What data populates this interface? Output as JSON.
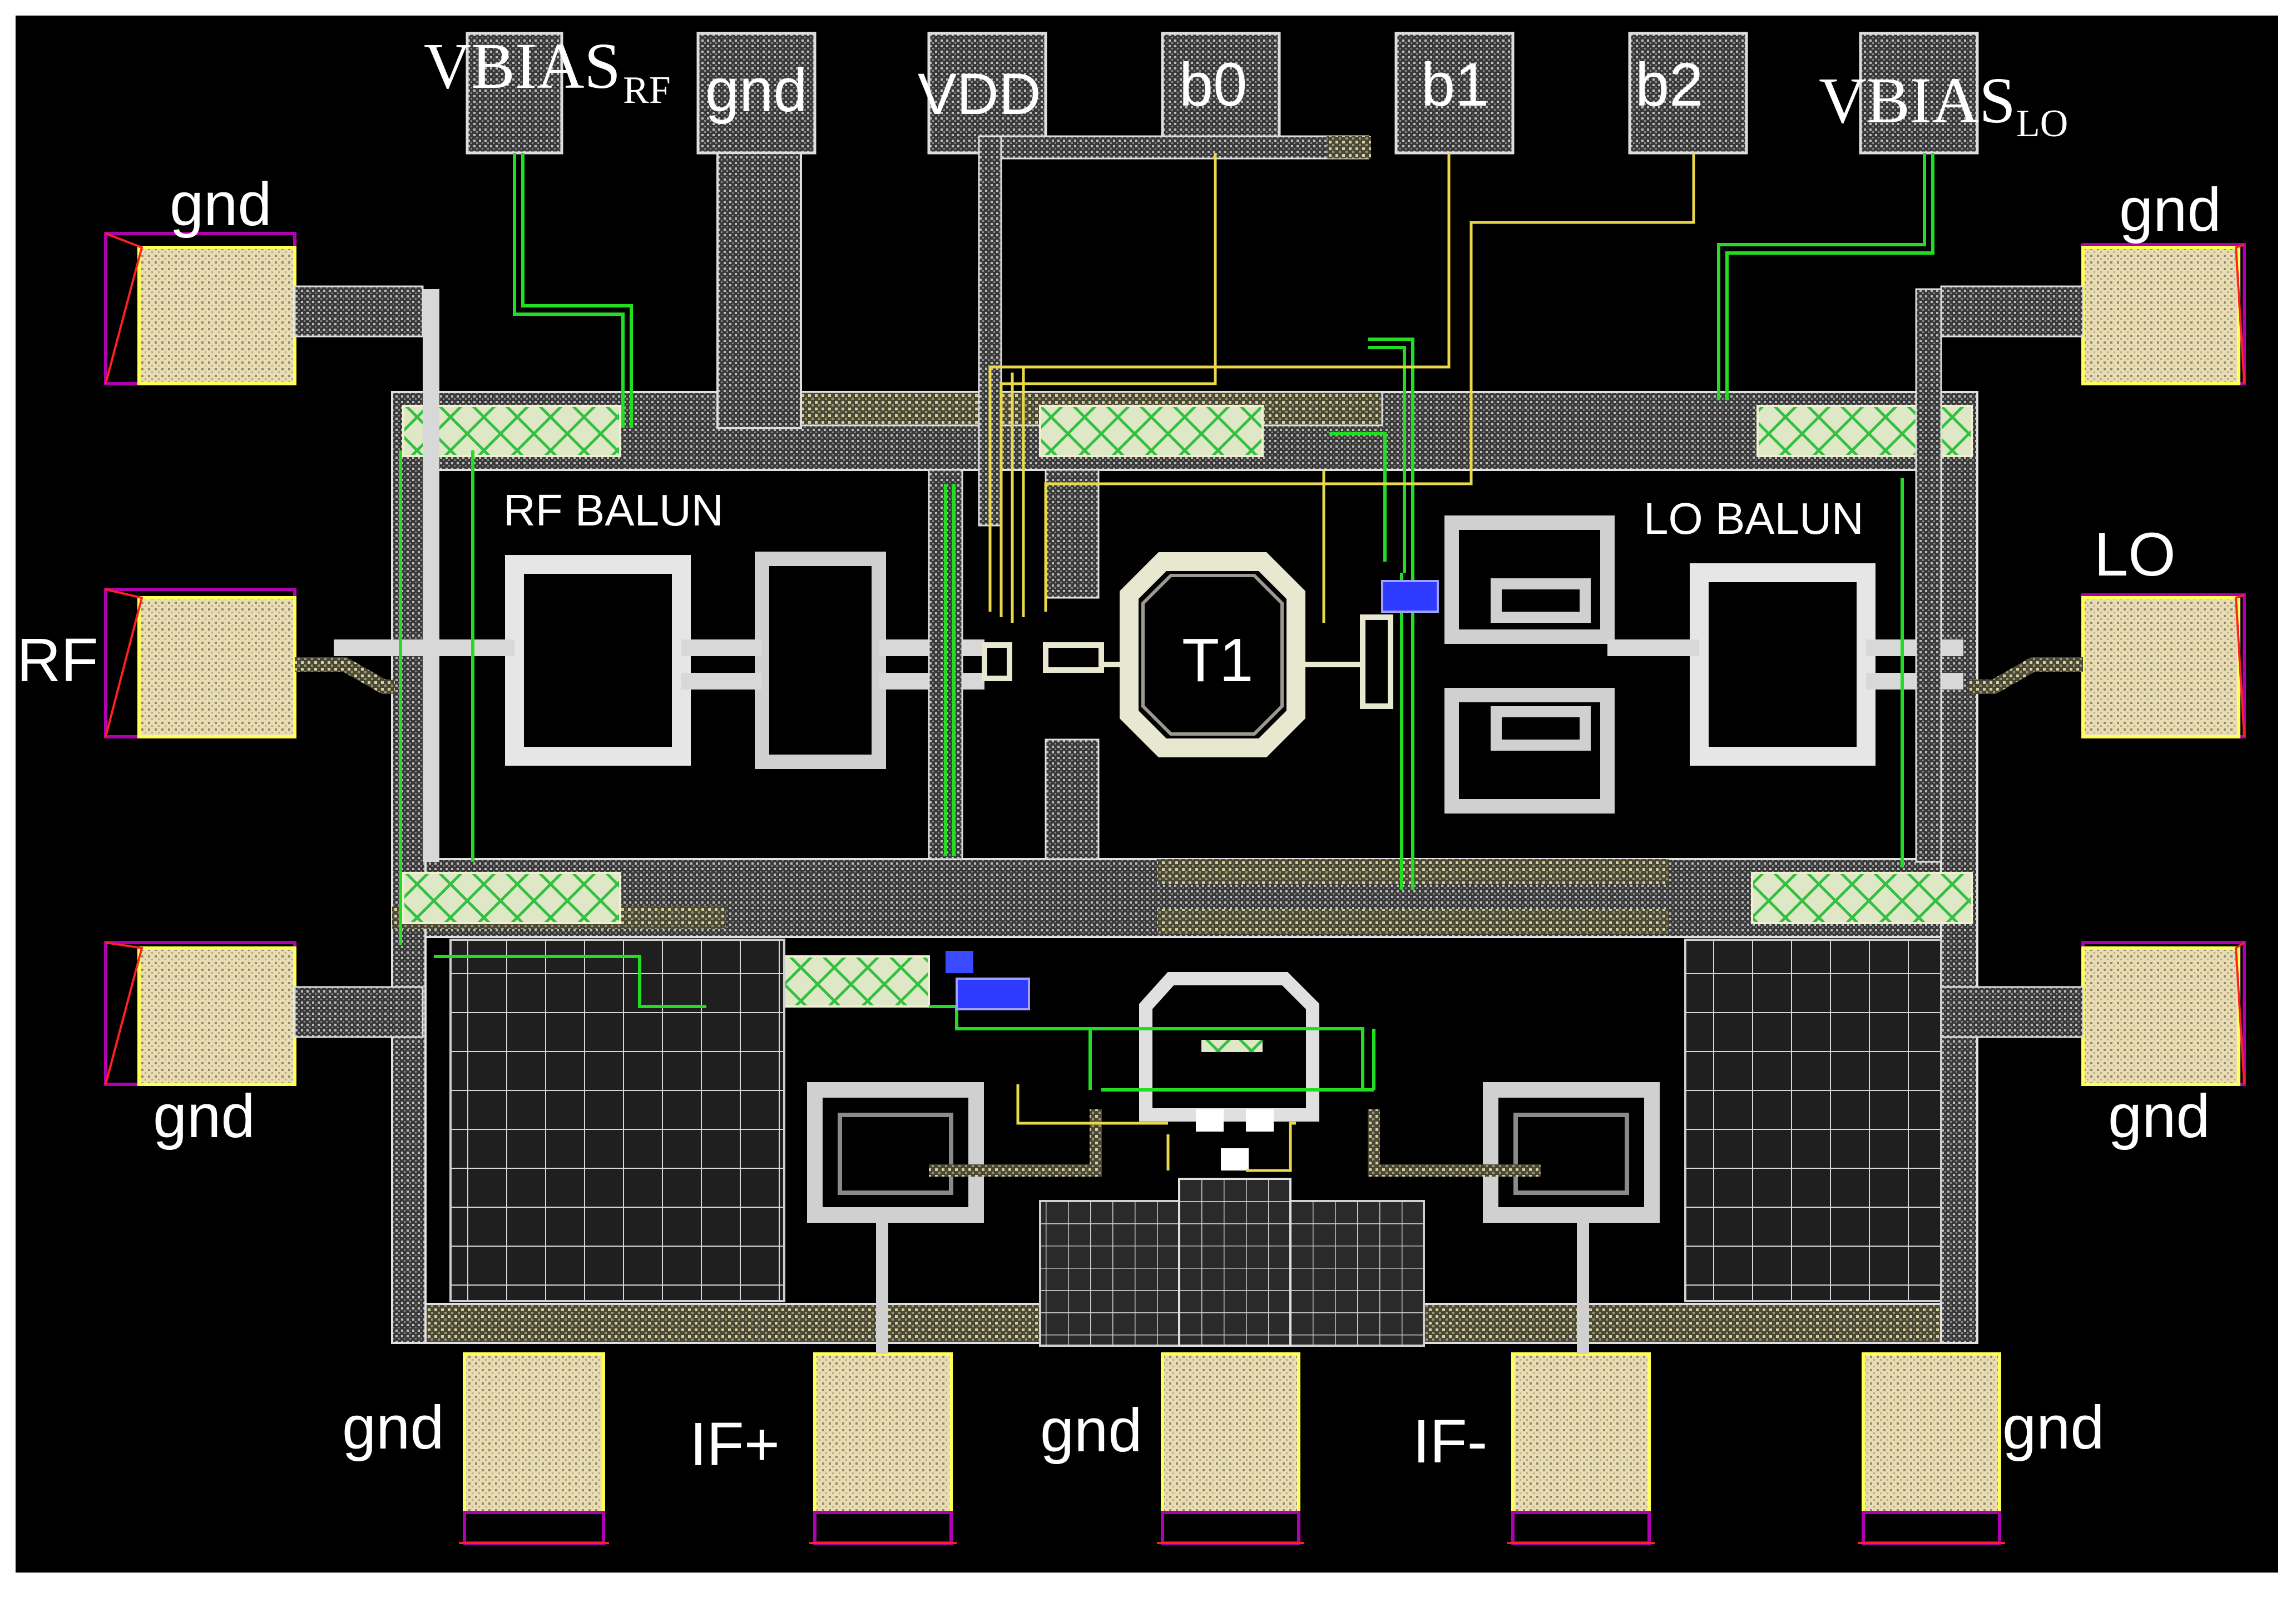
{
  "labels": {
    "vbias_rf_main": "VBIAS",
    "vbias_rf_sub": "RF",
    "gnd_top": "gnd",
    "vdd": "VDD",
    "b0": "b0",
    "b1": "b1",
    "b2": "b2",
    "vbias_lo_main": "VBIAS",
    "vbias_lo_sub": "LO",
    "gnd_left_top": "gnd",
    "gnd_right_top": "gnd",
    "rf": "RF",
    "lo": "LO",
    "gnd_left_bottom": "gnd",
    "gnd_right_bottom": "gnd",
    "rf_balun": "RF BALUN",
    "lo_balun": "LO BALUN",
    "t1": "T1",
    "gnd_bottom_1": "gnd",
    "if_plus": "IF+",
    "gnd_bottom_2": "gnd",
    "if_minus": "IF-",
    "gnd_bottom_3": "gnd"
  },
  "colors": {
    "background": "#000000",
    "frame": "#ffffff",
    "metal_outline": "#d9d9d9",
    "pad_fill": "#e8dcb0",
    "pad_edge": "#ffff66",
    "pad_marker": "#b000b0",
    "pad_text": "#ff2020",
    "green_route": "#22dd22",
    "yellow_route": "#e8d84a",
    "cap_stripe": "#a9e0b0",
    "via_block": "#3a3aff"
  }
}
